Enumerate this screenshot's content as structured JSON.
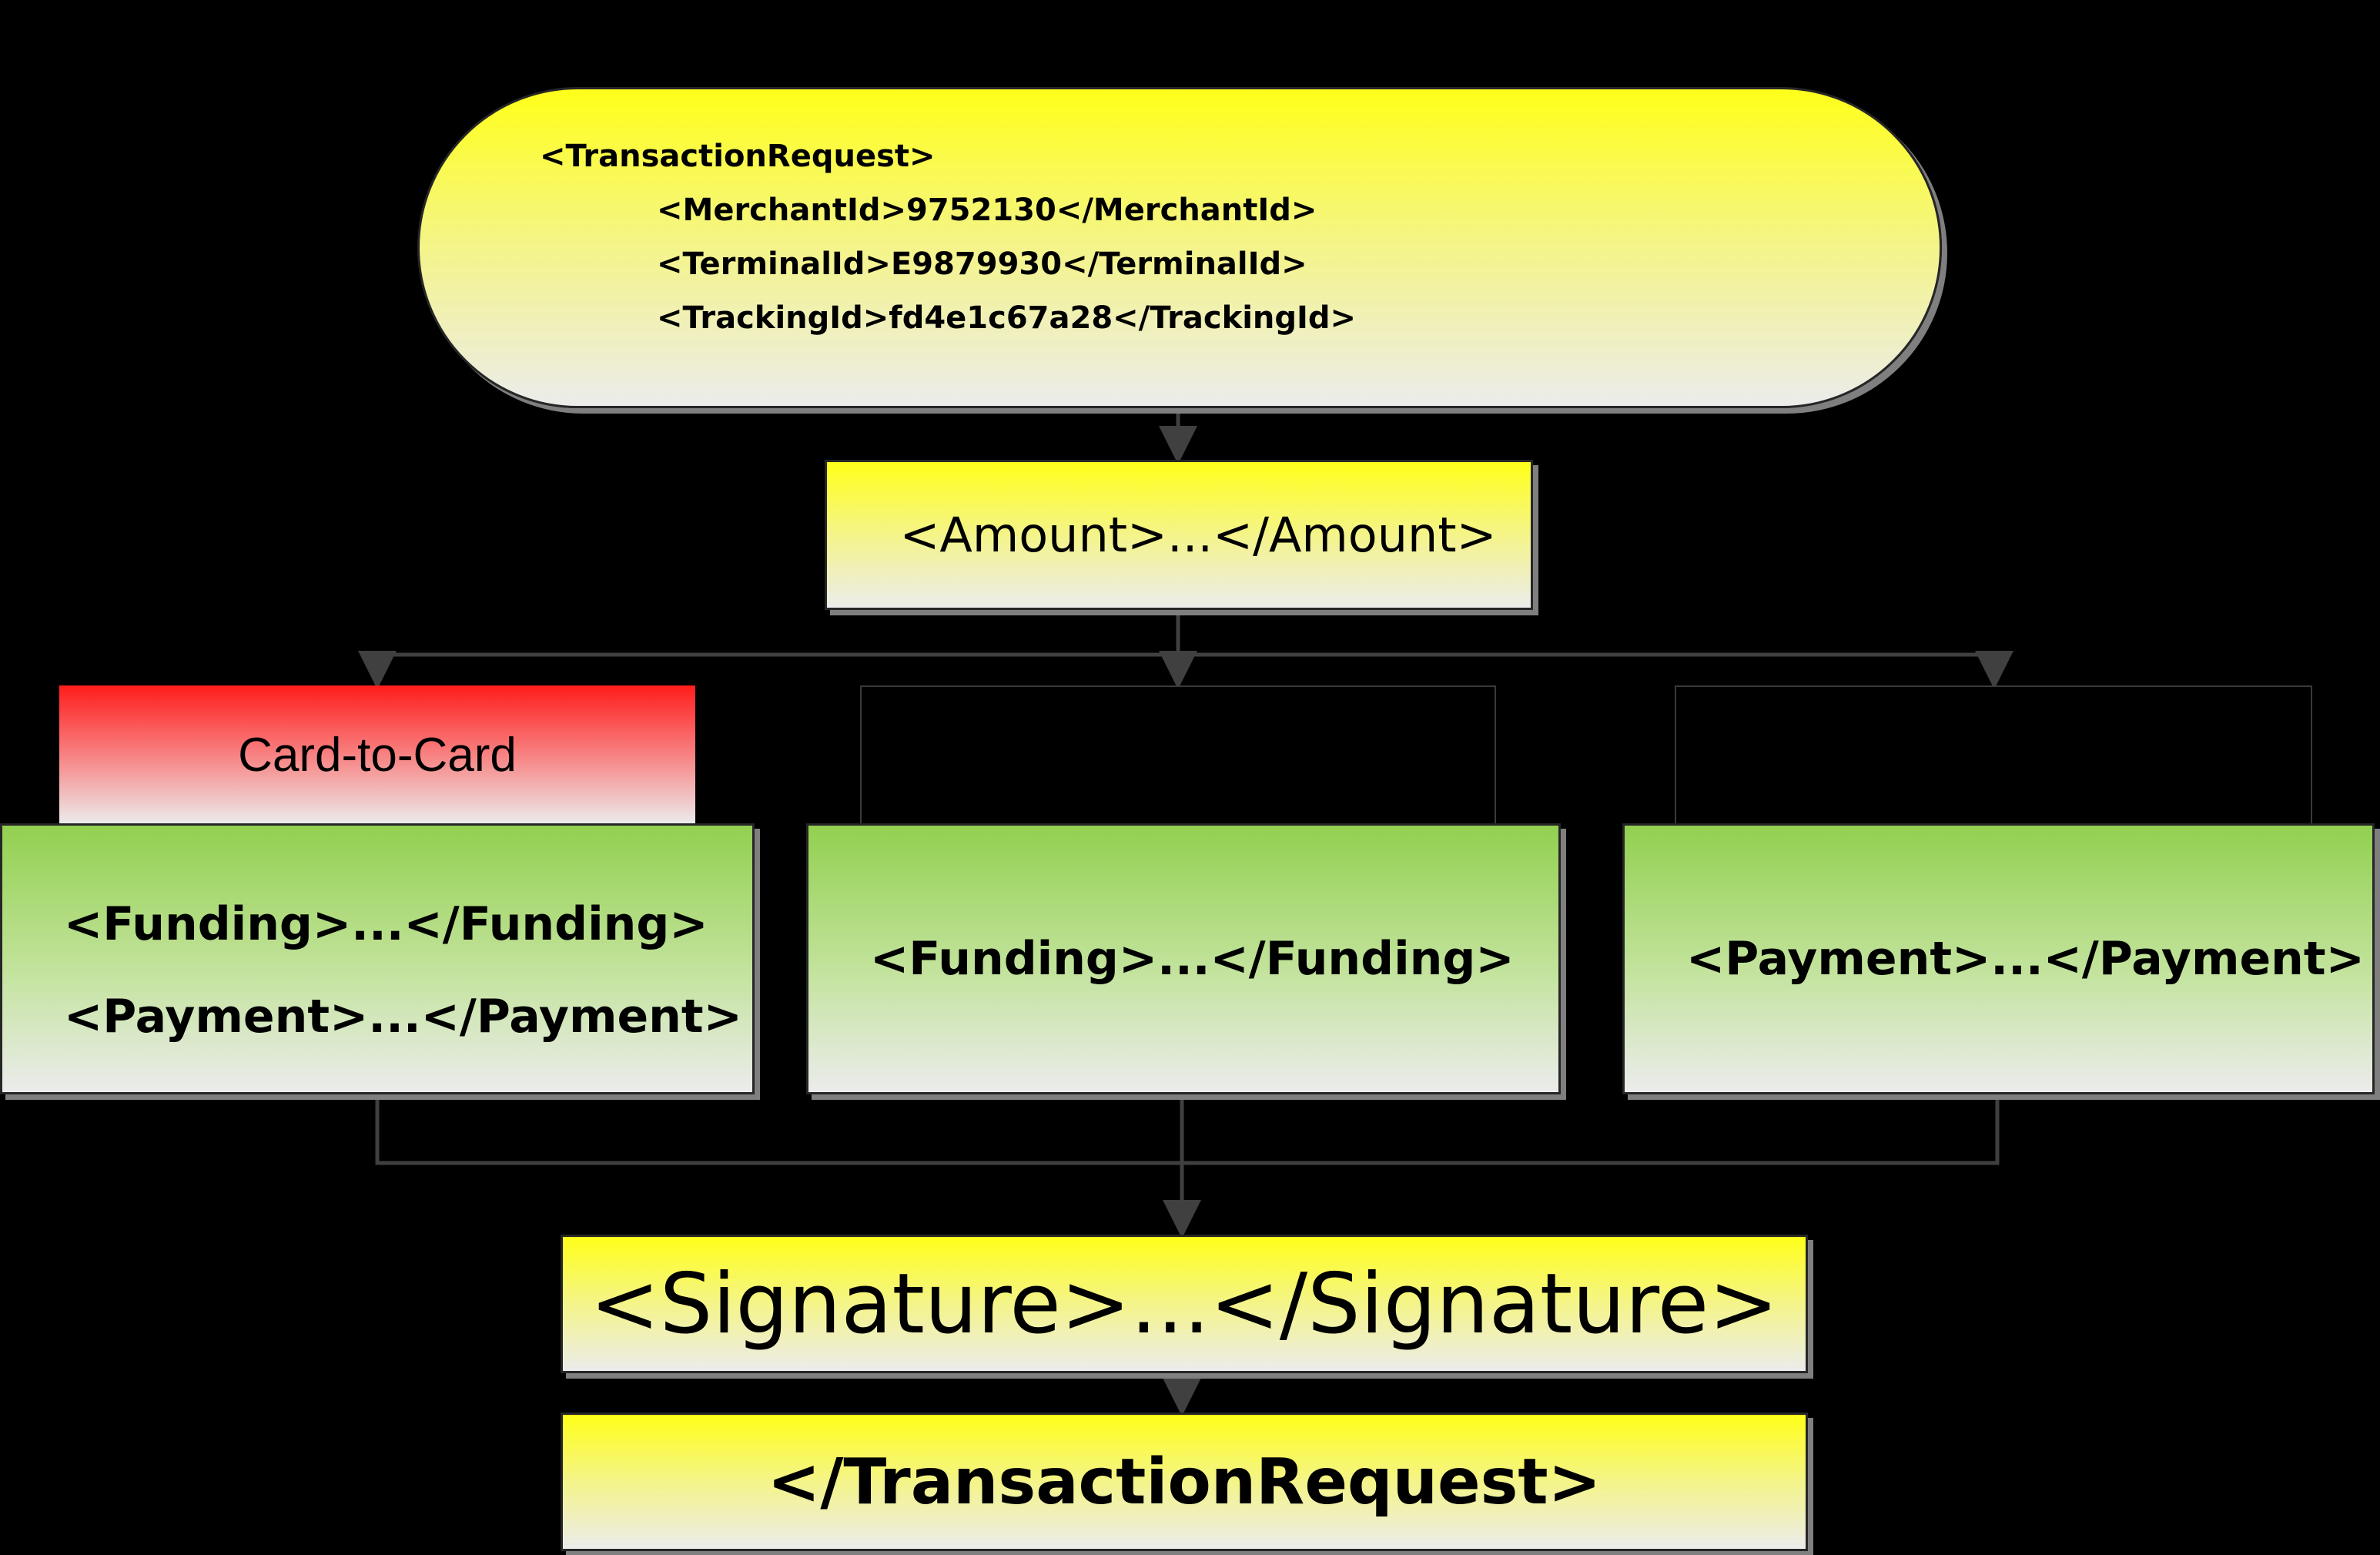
{
  "root": {
    "open_tag": "<TransactionRequest>",
    "fields": [
      "<MerchantId>9752130</MerchantId>",
      "<TerminalId>E9879930</TerminalId>",
      "<TrackingId>fd4e1c67a28</TrackingId>"
    ]
  },
  "amount": {
    "label": "<Amount>...</Amount>"
  },
  "branches": [
    {
      "tag": "Card-to-Card",
      "lines": [
        "<Funding>...</Funding>",
        "<Payment>...</Payment>"
      ]
    },
    {
      "tag": "",
      "lines": [
        "<Funding>...</Funding>"
      ]
    },
    {
      "tag": "",
      "lines": [
        "<Payment>...</Payment>"
      ]
    }
  ],
  "signature": {
    "label": "<Signature>...</Signature>"
  },
  "closing": {
    "label": "</TransactionRequest>"
  },
  "colors": {
    "yellow": "#ffff1a",
    "green": "#92d050",
    "red": "#ff1c1c",
    "background": "#000000",
    "connector": "#404040"
  }
}
